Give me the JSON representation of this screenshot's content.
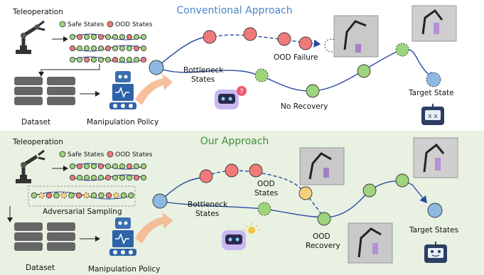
{
  "top": {
    "title": "Conventional Approach",
    "teleoperation": "Teleoperation",
    "legend_safe": "Safe States",
    "legend_ood": "OOD States",
    "dataset": "Dataset",
    "policy": "Manipulation Policy",
    "bottleneck_line1": "Bottleneck",
    "bottleneck_line2": "States",
    "ood_failure": "OOD Failure",
    "no_recovery": "No Recovery",
    "target": "Target State"
  },
  "bottom": {
    "title": "Our Approach",
    "teleoperation": "Teleoperation",
    "legend_safe": "Safe States",
    "legend_ood": "OOD States",
    "adversarial": "Adversarial Sampling",
    "dataset": "Dataset",
    "policy": "Manipulation Policy",
    "bottleneck_line1": "Bottleneck",
    "bottleneck_line2": "States",
    "ood_states_line1": "OOD",
    "ood_states_line2": "States",
    "ood_recovery_line1": "OOD",
    "ood_recovery_line2": "Recovery",
    "target": "Target States"
  },
  "colors": {
    "top_title": "#4a86c8",
    "bottom_title": "#3f8f3a",
    "safe": "#9ed47c",
    "ood": "#f07a7a",
    "start": "#8db8e2",
    "path": "#2b4aa0",
    "arrow": "#f6b489",
    "adversarial": "#f6cf7c"
  }
}
